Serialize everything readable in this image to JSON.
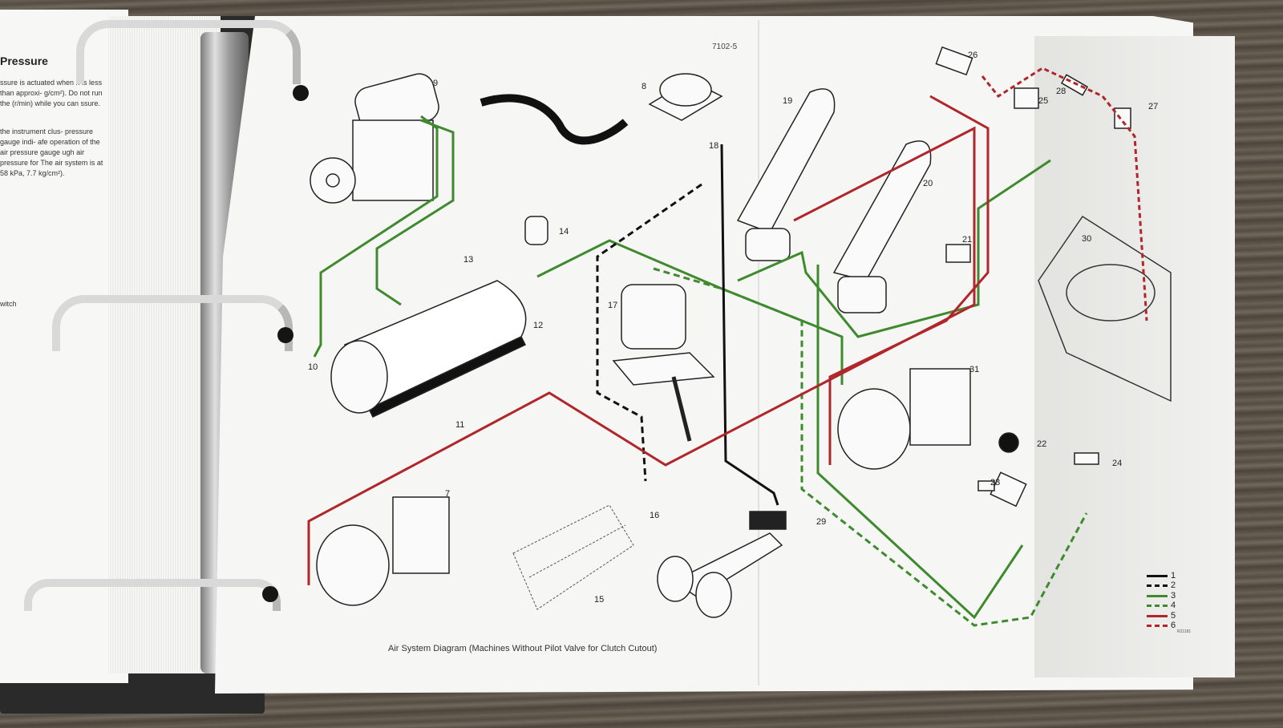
{
  "left_page": {
    "heading": "Pressure",
    "paragraph1": "ssure is actuated when n is less than approxi- g/cm²). Do not run the (r/min) while you can ssure.",
    "paragraph2": "the instrument clus- pressure gauge indi- afe operation of the air pressure gauge ugh air pressure for The air system is at 58 kPa, 7.7 kg/cm²).",
    "fragment": "witch"
  },
  "diagram": {
    "page_ref": "7102-5",
    "caption": "Air System Diagram (Machines Without Pilot Valve for Clutch Cutout)",
    "drawing_code": "R21181",
    "component_labels": [
      "7",
      "8",
      "9",
      "10",
      "11",
      "12",
      "13",
      "14",
      "15",
      "16",
      "17",
      "18",
      "19",
      "20",
      "21",
      "22",
      "23",
      "24",
      "25",
      "26",
      "27",
      "28",
      "29",
      "30",
      "31"
    ],
    "legend": [
      {
        "number": "1",
        "style": "solid",
        "color": "#111111"
      },
      {
        "number": "2",
        "style": "dashed",
        "color": "#111111"
      },
      {
        "number": "3",
        "style": "solid",
        "color": "#3f8a2e"
      },
      {
        "number": "4",
        "style": "dashed",
        "color": "#3f8a2e"
      },
      {
        "number": "5",
        "style": "solid",
        "color": "#b0262a"
      },
      {
        "number": "6",
        "style": "dashed",
        "color": "#b0262a"
      }
    ]
  }
}
